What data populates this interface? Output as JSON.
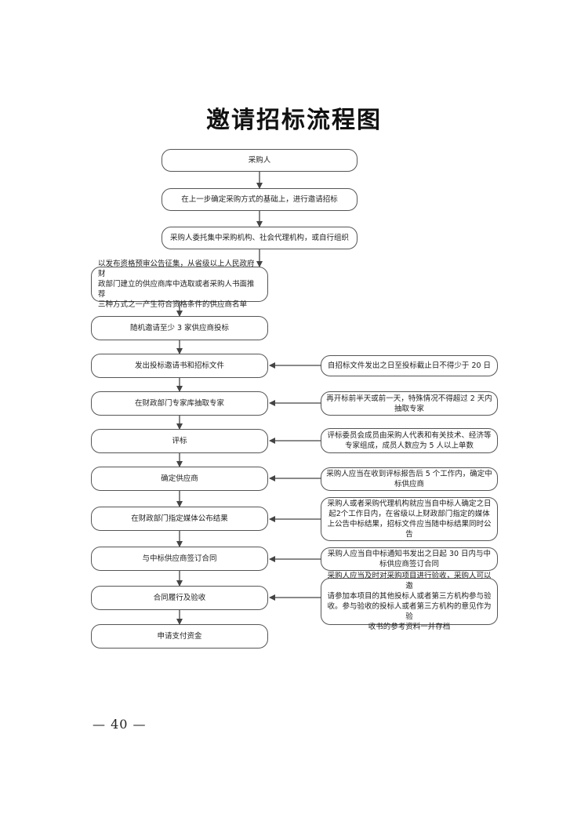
{
  "title": "邀请招标流程图",
  "steps": [
    "采购人",
    "在上一步确定采购方式的基础上，进行邀请招标",
    "采购人委托集中采购机构、社会代理机构，或自行组织",
    "以发布资格预审公告征集，从省级以上人民政府财\n政部门建立的供应商库中选取或者采购人书面推荐\n三种方式之一产生符合资格条件的供应商名单",
    "随机邀请至少 3 家供应商投标",
    "发出投标邀请书和招标文件",
    "在财政部门专家库抽取专家",
    "评标",
    "确定供应商",
    "在财政部门指定媒体公布结果",
    "与中标供应商签订合同",
    "合同履行及验收",
    "申请支付资金"
  ],
  "notes": [
    "自招标文件发出之日至投标截止日不得少于 20 日",
    "再开标前半天或前一天，特殊情况不得超过 2 天内\n抽取专家",
    "评标委员会成员由采购人代表和有关技术、经济等\n专家组成，成员人数应为 5 人以上单数",
    "采购人应当在收到评标报告后 5 个工作内，确定中\n标供应商",
    "采购人或者采购代理机构就应当自中标人确定之日\n起2个工作日内，在省级以上财政部门指定的媒体\n上公告中标结果，招标文件应当随中标结果同时公\n告",
    "采购人应当自中标通知书发出之日起 30 日内与中\n标供应商签订合同",
    "采购人应当及时对采购项目进行验收，采购人可以邀\n请参加本项目的其他投标人或者第三方机构参与验\n收。参与验收的投标人或者第三方机构的意见作为验\n收书的参考资料一并存档"
  ],
  "page_number": "— 40 —"
}
